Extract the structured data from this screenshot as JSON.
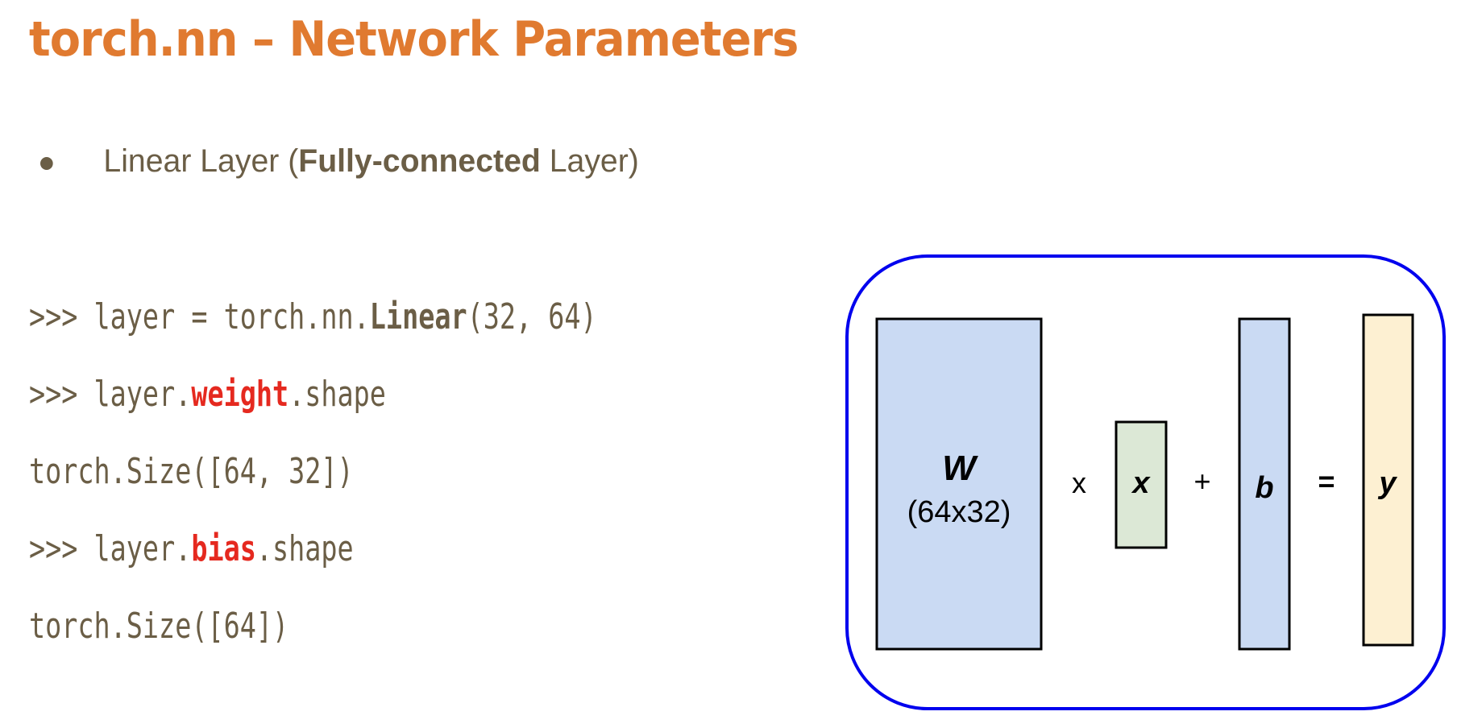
{
  "slide": {
    "title": "torch.nn – Network Parameters",
    "bullet": {
      "prefix": "Linear Layer (",
      "bold": "Fully-connected",
      "suffix": " Layer)"
    }
  },
  "code": {
    "lines": [
      {
        "prompt": ">>> ",
        "parts": [
          "layer = torch.nn.",
          "Linear",
          "(32, 64)"
        ]
      },
      {
        "prompt": ">>> ",
        "parts": [
          "layer.",
          "weight",
          ".shape"
        ]
      },
      {
        "prompt": "",
        "parts": [
          "torch.Size([64, 32])"
        ]
      },
      {
        "prompt": ">>> ",
        "parts": [
          "layer.",
          "bias",
          ".shape"
        ]
      },
      {
        "prompt": "",
        "parts": [
          "torch.Size([64])"
        ]
      }
    ]
  },
  "diagram": {
    "W": {
      "label": "W",
      "dims": "(64x32)"
    },
    "x": {
      "label": "x"
    },
    "b": {
      "label": "b"
    },
    "y": {
      "label": "y"
    },
    "ops": {
      "times": "x",
      "plus": "+",
      "equals": "="
    },
    "colors": {
      "frame": "#0000EE",
      "W_fill": "#CADAF3",
      "x_fill": "#DCE8D6",
      "b_fill": "#CADAF3",
      "y_fill": "#FDF0D2"
    }
  },
  "colors": {
    "title": "#E07A30",
    "body_text": "#6B5E46",
    "highlight": "#E5291F"
  }
}
